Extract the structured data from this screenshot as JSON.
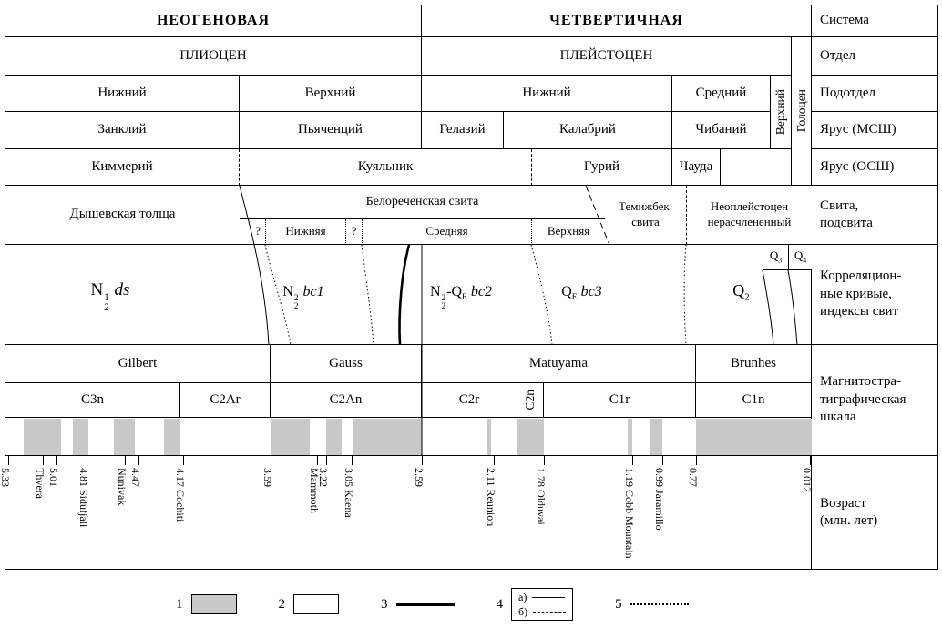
{
  "title_row": {
    "neogene": "НЕОГЕНОВАЯ",
    "quaternary": "ЧЕТВЕРТИЧНАЯ"
  },
  "series_row": {
    "pliocene": "ПЛИОЦЕН",
    "pleistocene": "ПЛЕЙСТОЦЕН",
    "holocene": "Голоцен"
  },
  "subseries_row": {
    "pliocene_lower": "Нижний",
    "pliocene_upper": "Верхний",
    "pleistocene_lower": "Нижний",
    "pleistocene_middle": "Средний",
    "pleistocene_upper": "Верхний"
  },
  "isc_stage_row": {
    "zanclean": "Занклий",
    "piacenzian": "Пьяченций",
    "gelasian": "Гелазий",
    "calabrian": "Калабрий",
    "chibanian": "Чибаний"
  },
  "regional_stage_row": {
    "kimmerian": "Киммерий",
    "kuyalnik": "Куяльник",
    "gurian": "Гурий",
    "chauda": "Чауда"
  },
  "formation_row": {
    "dyshevskaya": "Дышевская толща",
    "belorechenskaya": "Белореченская свита",
    "question_left": "?",
    "lower": "Нижняя",
    "question_mid": "?",
    "middle": "Средняя",
    "upper": "Верхняя",
    "temizhbek": [
      "Темижбек.",
      "свита"
    ],
    "neopleistocene": [
      "Неоплейстоцен",
      "нерасчлененный"
    ]
  },
  "indices": {
    "ds": [
      {
        "t": "N"
      },
      {
        "sup": "1",
        "sub": "2"
      },
      {
        "it": " ds"
      }
    ],
    "bc1": [
      {
        "t": "N"
      },
      {
        "sup": "2",
        "sub": "2"
      },
      {
        "it": " bc1"
      }
    ],
    "bc2": [
      {
        "t": "N"
      },
      {
        "sup": "2",
        "sub": "2"
      },
      {
        "t": "-Q"
      },
      {
        "sub": "E"
      },
      {
        "it": " bc2"
      }
    ],
    "bc3": [
      {
        "t": "Q"
      },
      {
        "sub": "E"
      },
      {
        "it": " bc3"
      }
    ],
    "q2": [
      {
        "t": "Q"
      },
      {
        "sub": "2"
      }
    ],
    "q3": [
      {
        "t": "Q"
      },
      {
        "sub": "3"
      }
    ],
    "q4": [
      {
        "t": "Q"
      },
      {
        "sub": "4"
      }
    ]
  },
  "row_labels": {
    "system": "Система",
    "series": "Отдел",
    "subseries": "Подотдел",
    "stage_isc": "Ярус (МСШ)",
    "stage_osc": "Ярус (ОСШ)",
    "formation": [
      "Свита,",
      "подсвита"
    ],
    "correlation": [
      "Корреляцион-",
      "ные кривые,",
      "индексы свит"
    ],
    "magneto": [
      "Магнитостра-",
      "тиграфическая",
      "шкала"
    ],
    "age": [
      "Возраст",
      "(млн. лет)"
    ]
  },
  "legend": {
    "n1": "1",
    "n2": "2",
    "n3": "3",
    "n4": "4",
    "n5": "5",
    "a_label": "а)",
    "b_label": "б)"
  },
  "colors": {
    "polarity_normal_fill": "#c9c9c9",
    "background": "#ffffff",
    "line": "#000000"
  },
  "chart_data": {
    "type": "table",
    "description": "Стратиграфическая схема неогена и четвертичной системы с магнитостратиграфической шкалой",
    "age_axis": {
      "unit": "млн. лет",
      "min": 0,
      "max": 5.35
    },
    "chrons": [
      {
        "name": "Gilbert",
        "from_ma": 5.35,
        "to_ma": 3.59
      },
      {
        "name": "Gauss",
        "from_ma": 3.59,
        "to_ma": 2.59
      },
      {
        "name": "Matuyama",
        "from_ma": 2.59,
        "to_ma": 0.77
      },
      {
        "name": "Brunhes",
        "from_ma": 0.77,
        "to_ma": 0
      }
    ],
    "subchrons": [
      {
        "name": "C3n",
        "from_ma": 5.35,
        "to_ma": 4.19
      },
      {
        "name": "C2Ar",
        "from_ma": 4.19,
        "to_ma": 3.59
      },
      {
        "name": "C2An",
        "from_ma": 3.59,
        "to_ma": 2.59
      },
      {
        "name": "C2r",
        "from_ma": 2.59,
        "to_ma": 1.95
      },
      {
        "name": "C2n",
        "from_ma": 1.95,
        "to_ma": 1.78,
        "vertical": true
      },
      {
        "name": "C1r",
        "from_ma": 1.78,
        "to_ma": 0.77
      },
      {
        "name": "C1n",
        "from_ma": 0.77,
        "to_ma": 0
      }
    ],
    "normal_polarity_intervals_ma": [
      [
        5.23,
        4.98
      ],
      [
        4.9,
        4.8
      ],
      [
        4.63,
        4.49
      ],
      [
        4.3,
        4.19
      ],
      [
        3.59,
        3.33
      ],
      [
        3.22,
        3.12
      ],
      [
        3.04,
        2.59
      ],
      [
        2.15,
        2.13
      ],
      [
        1.95,
        1.78
      ],
      [
        1.22,
        1.19
      ],
      [
        1.07,
        0.99
      ],
      [
        0.77,
        0
      ]
    ],
    "age_ticks": [
      {
        "ma": 5.33,
        "label": "5.33"
      },
      {
        "ma": 5.1,
        "label": "Thvera"
      },
      {
        "ma": 5.01,
        "label": "5.01"
      },
      {
        "ma": 4.81,
        "label": "4.81 Sidufjall"
      },
      {
        "ma": 4.56,
        "label": "Nunivak"
      },
      {
        "ma": 4.47,
        "label": "4.47"
      },
      {
        "ma": 4.17,
        "label": "4.17 Cochiti"
      },
      {
        "ma": 3.59,
        "label": "3.59"
      },
      {
        "ma": 3.28,
        "label": "Mammoth"
      },
      {
        "ma": 3.22,
        "label": "3.22"
      },
      {
        "ma": 3.05,
        "label": "3.05 Kaena"
      },
      {
        "ma": 2.59,
        "label": "2.59"
      },
      {
        "ma": 2.11,
        "label": "2.11 Reunion"
      },
      {
        "ma": 1.78,
        "label": "1.78 Olduvai"
      },
      {
        "ma": 1.19,
        "label": "1.19 Cobb Mountain"
      },
      {
        "ma": 0.99,
        "label": "0.99 Jaramillo"
      },
      {
        "ma": 0.77,
        "label": "0.77"
      },
      {
        "ma": 0.012,
        "label": "0.012"
      }
    ]
  }
}
